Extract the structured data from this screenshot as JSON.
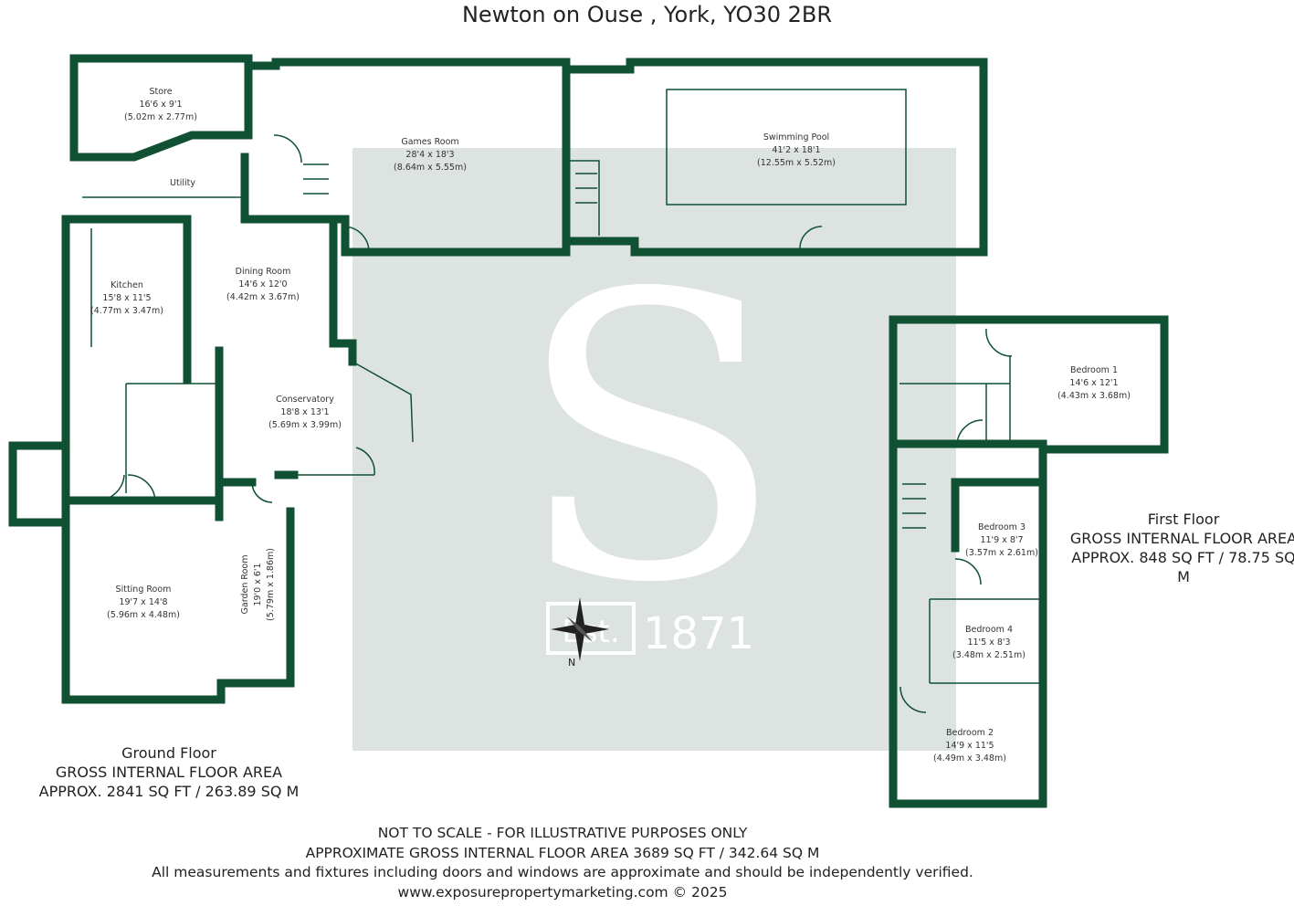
{
  "title": "Newton on Ouse , York, YO30 2BR",
  "rooms": {
    "store": {
      "name": "Store",
      "imperial": "16'6 x 9'1",
      "metric": "(5.02m x 2.77m)"
    },
    "utility": {
      "name": "Utility"
    },
    "games_room": {
      "name": "Games Room",
      "imperial": "28'4 x 18'3",
      "metric": "(8.64m x 5.55m)"
    },
    "swimming_pool": {
      "name": "Swimming Pool",
      "imperial": "41'2 x 18'1",
      "metric": "(12.55m x 5.52m)"
    },
    "kitchen": {
      "name": "Kitchen",
      "imperial": "15'8 x 11'5",
      "metric": "(4.77m x 3.47m)"
    },
    "dining_room": {
      "name": "Dining Room",
      "imperial": "14'6 x 12'0",
      "metric": "(4.42m x 3.67m)"
    },
    "conservatory": {
      "name": "Conservatory",
      "imperial": "18'8 x 13'1",
      "metric": "(5.69m x 3.99m)"
    },
    "sitting_room": {
      "name": "Sitting Room",
      "imperial": "19'7 x 14'8",
      "metric": "(5.96m x 4.48m)"
    },
    "garden_room": {
      "name": "Garden Room",
      "imperial": "19'0 x 6'1",
      "metric": "(5.79m x 1.86m)"
    },
    "bedroom_1": {
      "name": "Bedroom 1",
      "imperial": "14'6 x 12'1",
      "metric": "(4.43m x 3.68m)"
    },
    "bedroom_3": {
      "name": "Bedroom 3",
      "imperial": "11'9 x 8'7",
      "metric": "(3.57m x 2.61m)"
    },
    "bedroom_4": {
      "name": "Bedroom 4",
      "imperial": "11'5 x 8'3",
      "metric": "(3.48m x 2.51m)"
    },
    "bedroom_2": {
      "name": "Bedroom 2",
      "imperial": "14'9 x 11'5",
      "metric": "(4.49m x 3.48m)"
    }
  },
  "ground_floor": {
    "name": "Ground Floor",
    "area_heading": "GROSS INTERNAL FLOOR AREA",
    "area": "APPROX. 2841 SQ FT / 263.89 SQ M"
  },
  "first_floor": {
    "name": "First Floor",
    "area_heading": "GROSS INTERNAL FLOOR AREA",
    "area": "APPROX. 848 SQ FT / 78.75 SQ M"
  },
  "watermark": {
    "letter": "S",
    "est": "Est.",
    "year": "1871"
  },
  "compass": {
    "north_label": "N"
  },
  "footer": {
    "line1": "NOT TO SCALE - FOR ILLUSTRATIVE PURPOSES ONLY",
    "line2": "APPROXIMATE GROSS INTERNAL FLOOR AREA 3689 SQ FT / 342.64 SQ M",
    "line3": "All measurements and fixtures including doors and windows are approximate and should be independently verified.",
    "line4": "www.exposurepropertymarketing.com © 2025"
  },
  "colors": {
    "wall": "#0f5132",
    "watermark_bg": "#dde3e0",
    "window": "#cfe0d5"
  }
}
